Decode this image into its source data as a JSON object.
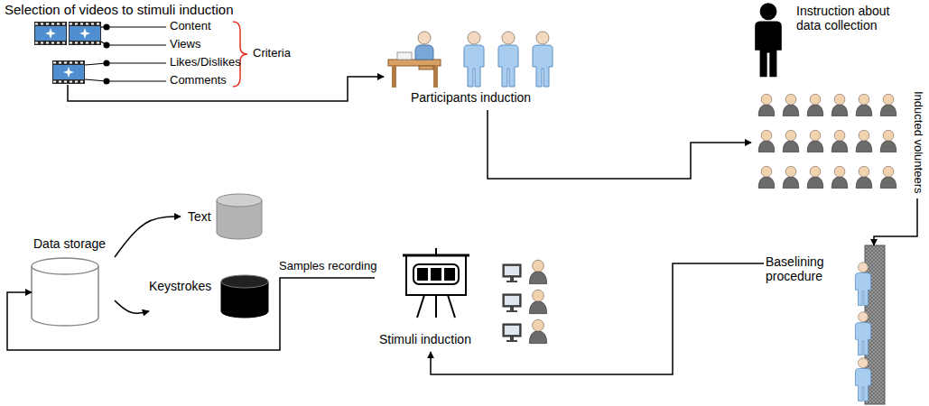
{
  "diagram": {
    "nodes": [
      {
        "text": [
          "Selection of videos to stimuli induction"
        ]
      },
      {
        "text": [
          "Participants induction"
        ]
      },
      {
        "text": [
          "Instruction about data collection"
        ]
      },
      {
        "text": [
          "Inducted volunteers"
        ]
      },
      {
        "text": [
          "Baselining procedure"
        ]
      },
      {
        "text": [
          "Stimuli induction"
        ]
      },
      {
        "text": [
          "Data storage"
        ]
      },
      {
        "text": [
          "Text"
        ]
      },
      {
        "text": [
          "Keystrokes"
        ]
      }
    ],
    "edges": [
      {
        "from": 0,
        "to": 1,
        "arrow": "to"
      },
      {
        "from": 1,
        "to": 3,
        "arrow": "to"
      },
      {
        "from": 3,
        "to": 4,
        "arrow": "to"
      },
      {
        "from": 4,
        "to": 5,
        "arrow": "to"
      },
      {
        "from": 5,
        "to": 6,
        "label": "Samples recording",
        "arrow": "to"
      },
      {
        "from": 6,
        "to": 7,
        "arrow": "to"
      },
      {
        "from": 6,
        "to": 8,
        "arrow": "to"
      }
    ],
    "labels": [
      "Content",
      "Views",
      "Likes/Dislikes",
      "Comments",
      "Criteria"
    ]
  }
}
